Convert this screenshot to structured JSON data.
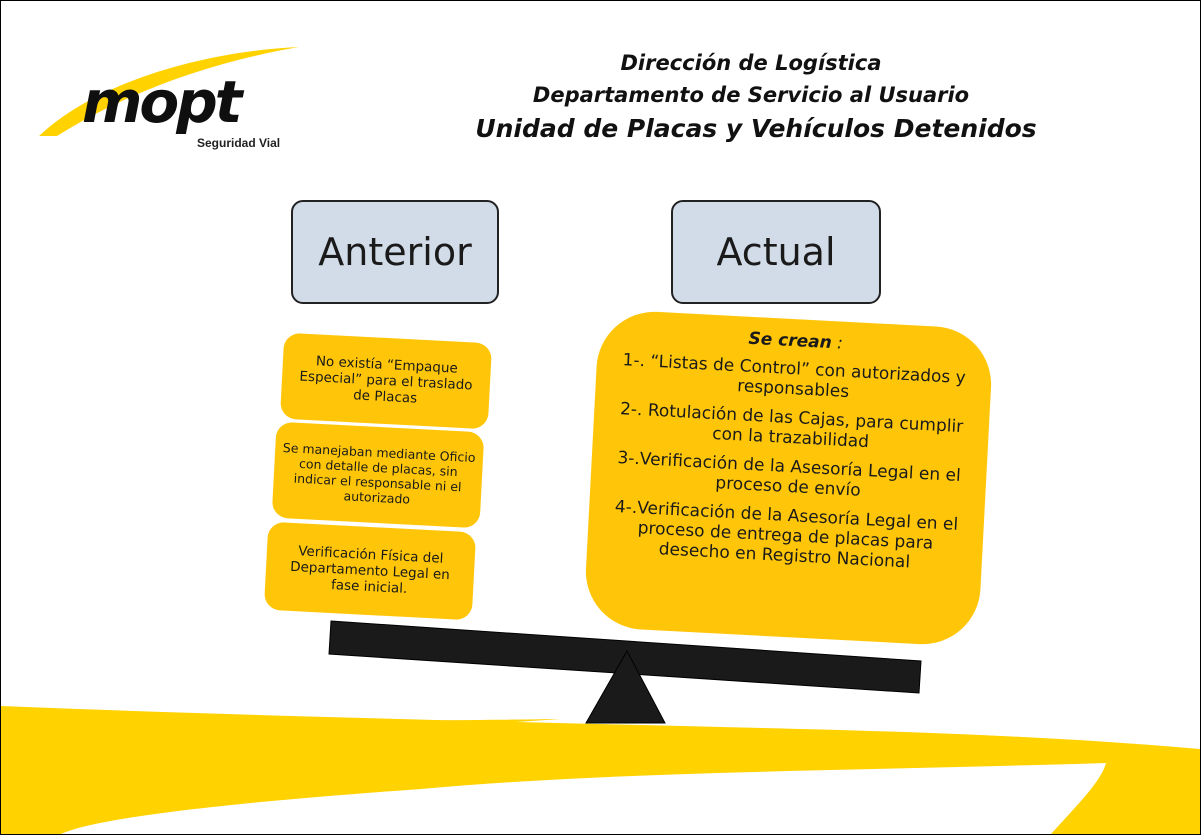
{
  "header": {
    "line1": "Dirección de Logística",
    "line2": "Departamento de Servicio al Usuario",
    "line3": "Unidad de Placas y Vehículos Detenidos"
  },
  "logo": {
    "wordmark": "mopt",
    "tagline": "Seguridad Vial"
  },
  "colors": {
    "yellow": "#ffc609",
    "label_box": "#d2dbe8",
    "beam": "#1a1a1a"
  },
  "diagram": {
    "left_label": "Anterior",
    "right_label": "Actual",
    "left_items": [
      "No existía “Empaque Especial” para el traslado de Placas",
      "Se  manejaban mediante Oficio con detalle de placas, sin indicar el responsable  ni el autorizado",
      "Verificación Física del Departamento Legal en fase inicial."
    ],
    "right_title": "Se crean",
    "right_title_suffix": " :",
    "right_items": [
      "1-. “Listas de Control” con autorizados y responsables",
      "2-. Rotulación de las Cajas, para cumplir con la trazabilidad",
      "3-.Verificación de la Asesoría Legal en el proceso de envío",
      "4-.Verificación de la Asesoría Legal en el proceso de entrega de placas para desecho en Registro Nacional"
    ]
  }
}
